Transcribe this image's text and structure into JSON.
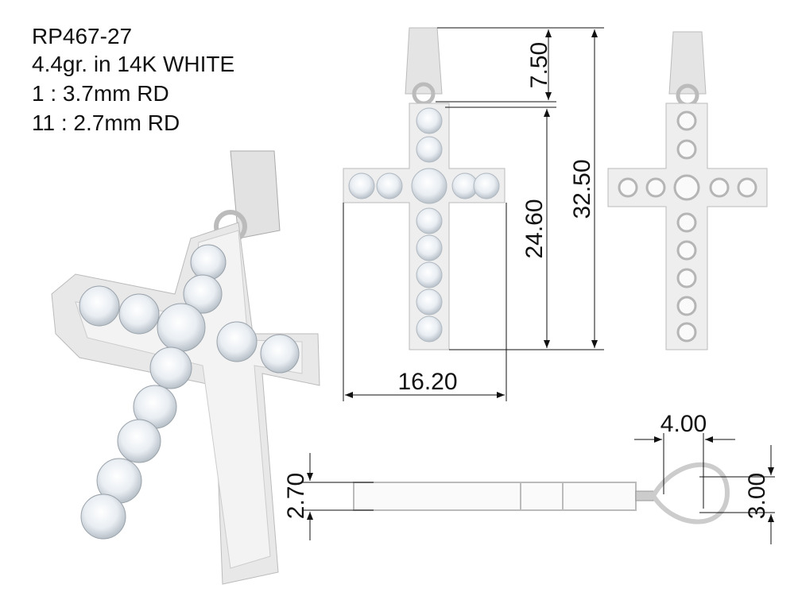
{
  "spec": {
    "model": "RP467-27",
    "weight": "4.4gr. in 14K WHITE",
    "stone_1": "1 : 3.7mm RD",
    "stone_2": "11 : 2.7mm RD"
  },
  "dimensions": {
    "bail_height": "7.50",
    "cross_height": "24.60",
    "total_height": "32.50",
    "cross_width": "16.20",
    "bail_width": "4.00",
    "bail_depth": "3.00",
    "thickness": "2.70"
  },
  "colors": {
    "metal": "#e6e6e6",
    "metal_edge": "#b9b9b9",
    "line": "#111111"
  }
}
